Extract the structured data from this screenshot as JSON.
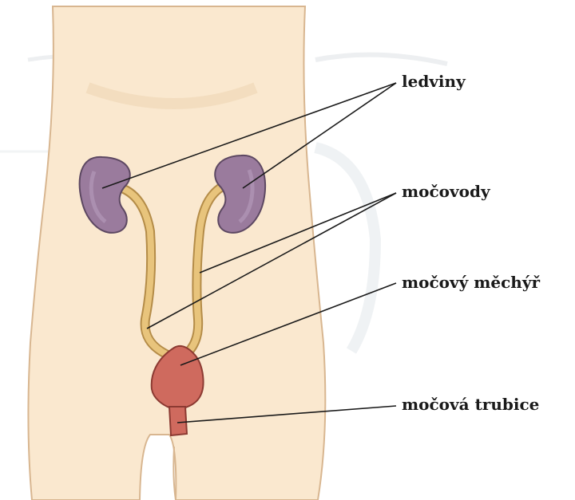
{
  "labels": {
    "kidneys": "ledviny",
    "ureters": "močovody",
    "bladder": "močový měchýř",
    "urethra": "močová trubice"
  },
  "colors": {
    "background": "#ffffff",
    "skin": "#fae8cf",
    "skin_outline": "#d8b690",
    "kidney": "#9a7b9d",
    "kidney_outline": "#5d4862",
    "ureter": "#e8c47c",
    "ureter_outline": "#b48c48",
    "bladder": "#cf6a5e",
    "bladder_outline": "#8c3a32",
    "leader_line": "#1a1a1a",
    "label_text": "#1a1a1a"
  }
}
